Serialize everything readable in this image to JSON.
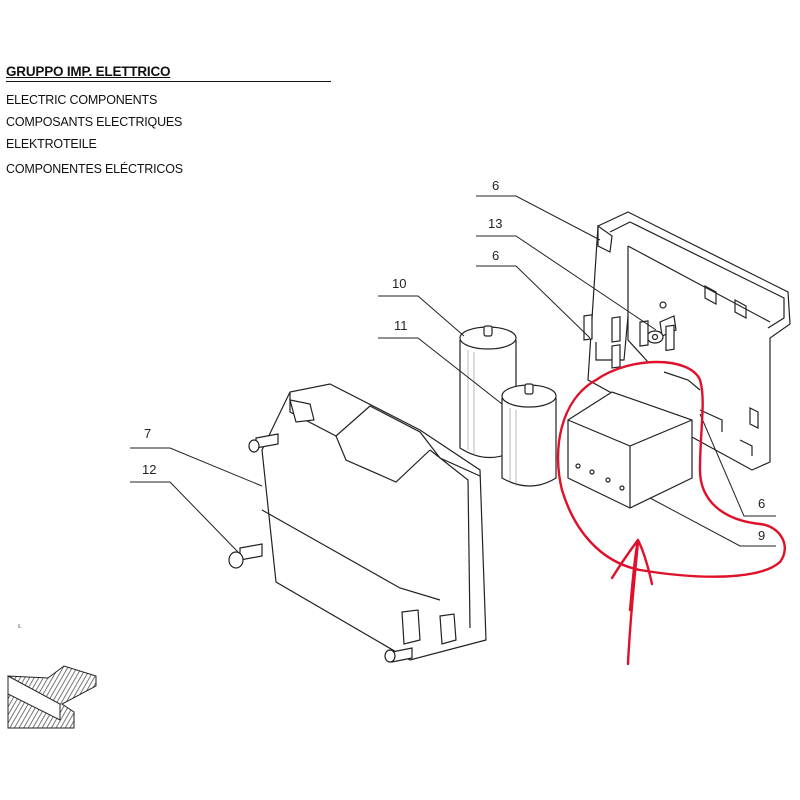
{
  "header": {
    "title": "GRUPPO IMP. ELETTRICO",
    "lines": [
      "ELECTRIC COMPONENTS",
      "COMPOSANTS ELECTRIQUES",
      "ELEKTROTEILE",
      "COMPONENTES ELÉCTRICOS"
    ]
  },
  "callouts": [
    "6",
    "13",
    "6",
    "10",
    "11",
    "7",
    "12",
    "6",
    "9"
  ],
  "annotation": {
    "color": "#e0102a"
  },
  "colors": {
    "ink": "#222222",
    "hatch": "#555555"
  }
}
